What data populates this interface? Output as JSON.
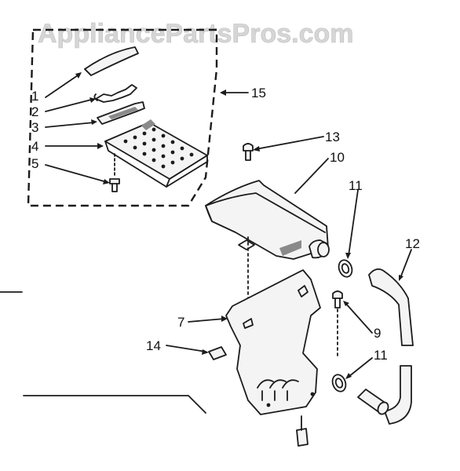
{
  "watermark": "AppliancePartsPros.com",
  "callouts": {
    "c1": "1",
    "c2": "2",
    "c3": "3",
    "c4": "4",
    "c5": "5",
    "c7": "7",
    "c9": "9",
    "c10": "10",
    "c11a": "11",
    "c11b": "11",
    "c12": "12",
    "c13": "13",
    "c14": "14",
    "c15": "15"
  }
}
